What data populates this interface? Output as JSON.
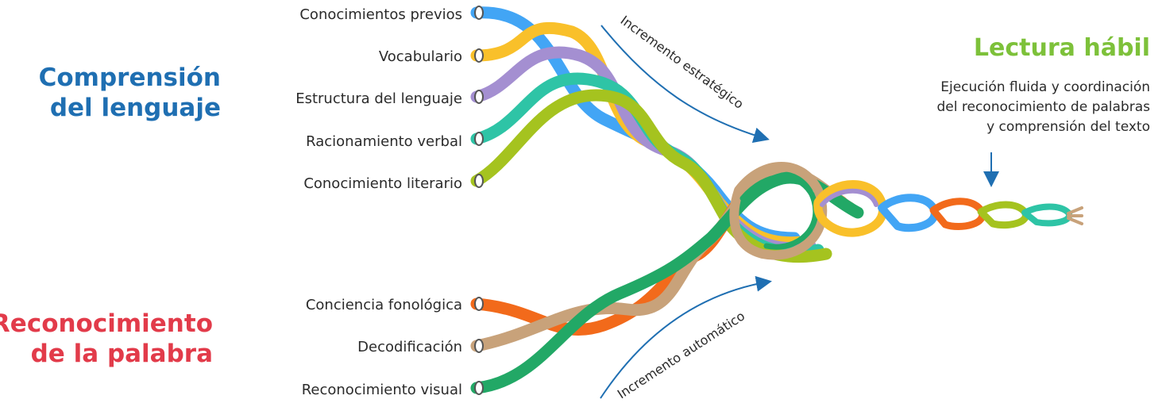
{
  "groups": {
    "language": {
      "line1": "Comprensión",
      "line2": "del lenguaje",
      "color": "#1f6fb2"
    },
    "word": {
      "line1": "Reconocimiento",
      "line2": "de la palabra",
      "color": "#e23b4a"
    }
  },
  "strands": {
    "top": [
      {
        "label": "Conocimientos previos",
        "color": "#42a5f5"
      },
      {
        "label": "Vocabulario",
        "color": "#f9c02a"
      },
      {
        "label": "Estructura del lenguaje",
        "color": "#a48fd1"
      },
      {
        "label": "Racionamiento verbal",
        "color": "#2ec4a6"
      },
      {
        "label": "Conocimiento literario",
        "color": "#a5c31f"
      }
    ],
    "bottom": [
      {
        "label": "Conciencia fonológica",
        "color": "#f26a1b"
      },
      {
        "label": "Decodificación",
        "color": "#c8a27a"
      },
      {
        "label": "Reconocimiento visual",
        "color": "#22a866"
      }
    ]
  },
  "arrows": {
    "strategic": "Incremento estratégico",
    "automatic": "Incremento automático",
    "color": "#1f6fb2"
  },
  "goal": {
    "title": "Lectura hábil",
    "color": "#7dc13a",
    "desc_line1": "Ejecución fluida y coordinación",
    "desc_line2": "del reconocimiento de palabras",
    "desc_line3": "y comprensión del texto"
  }
}
